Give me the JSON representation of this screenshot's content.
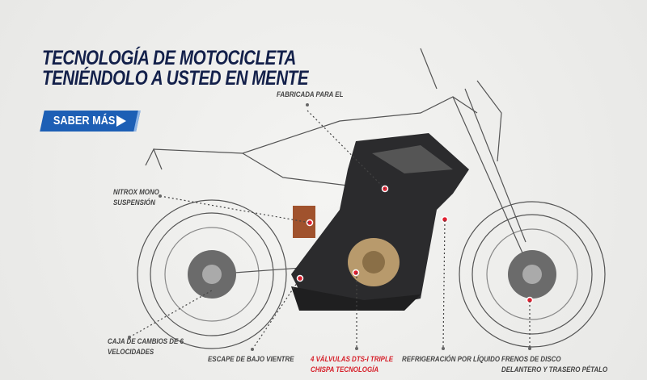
{
  "headline": {
    "line1": "TECNOLOGÍA DE MOTOCICLETA",
    "line2": "TENIÉNDOLO A USTED EN MENTE"
  },
  "cta": {
    "label": "SABER MÁS",
    "icon": "play-arrow-icon"
  },
  "features": {
    "fabricada": "FABRICADA PARA EL",
    "nitrox_1": "NITROX MONO",
    "nitrox_2": "SUSPENSIÓN",
    "caja_1": "CAJA DE CAMBIOS DE 6",
    "caja_2": "VELOCIDADES",
    "escape": "ESCAPE DE BAJO VIENTRE",
    "valvulas_1": "4 VÁLVULAS DTS-I TRIPLE",
    "valvulas_2": "CHISPA TECNOLOGÍA",
    "refrigeracion": "REFRIGERACIÓN POR LÍQUIDO",
    "frenos_1": "FRENOS DE DISCO",
    "frenos_2": "DELANTERO Y TRASERO PÉTALO"
  },
  "colors": {
    "headline": "#13204a",
    "cta": "#1d5fb5",
    "highlight": "#d6202a",
    "hotspot": "#e02030"
  }
}
